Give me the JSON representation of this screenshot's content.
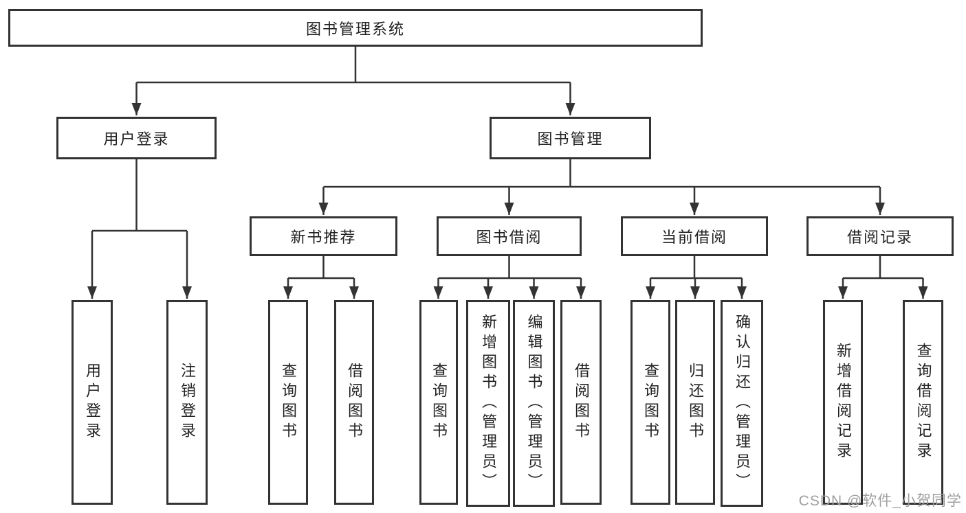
{
  "diagram": {
    "type": "tree-diagram",
    "watermark": "CSDN @软件_小贺同学",
    "colors": {
      "background": "#ffffff",
      "line": "#333333",
      "box_border": "#333333",
      "text": "#222222",
      "watermark": "#9f9f9f"
    },
    "tree": {
      "label": "图书管理系统",
      "children": [
        {
          "label": "用户登录",
          "children": [
            {
              "label": "用户登录"
            },
            {
              "label": "注销登录"
            }
          ]
        },
        {
          "label": "图书管理",
          "children": [
            {
              "label": "新书推荐",
              "children": [
                {
                  "label": "查询图书"
                },
                {
                  "label": "借阅图书"
                }
              ]
            },
            {
              "label": "图书借阅",
              "children": [
                {
                  "label": "查询图书"
                },
                {
                  "label": "新增图书（管理员）"
                },
                {
                  "label": "编辑图书（管理员）"
                },
                {
                  "label": "借阅图书"
                }
              ]
            },
            {
              "label": "当前借阅",
              "children": [
                {
                  "label": "查询图书"
                },
                {
                  "label": "归还图书"
                },
                {
                  "label": "确认归还（管理员）"
                }
              ]
            },
            {
              "label": "借阅记录",
              "children": [
                {
                  "label": "新增借阅记录"
                },
                {
                  "label": "查询借阅记录"
                }
              ]
            }
          ]
        }
      ]
    }
  }
}
